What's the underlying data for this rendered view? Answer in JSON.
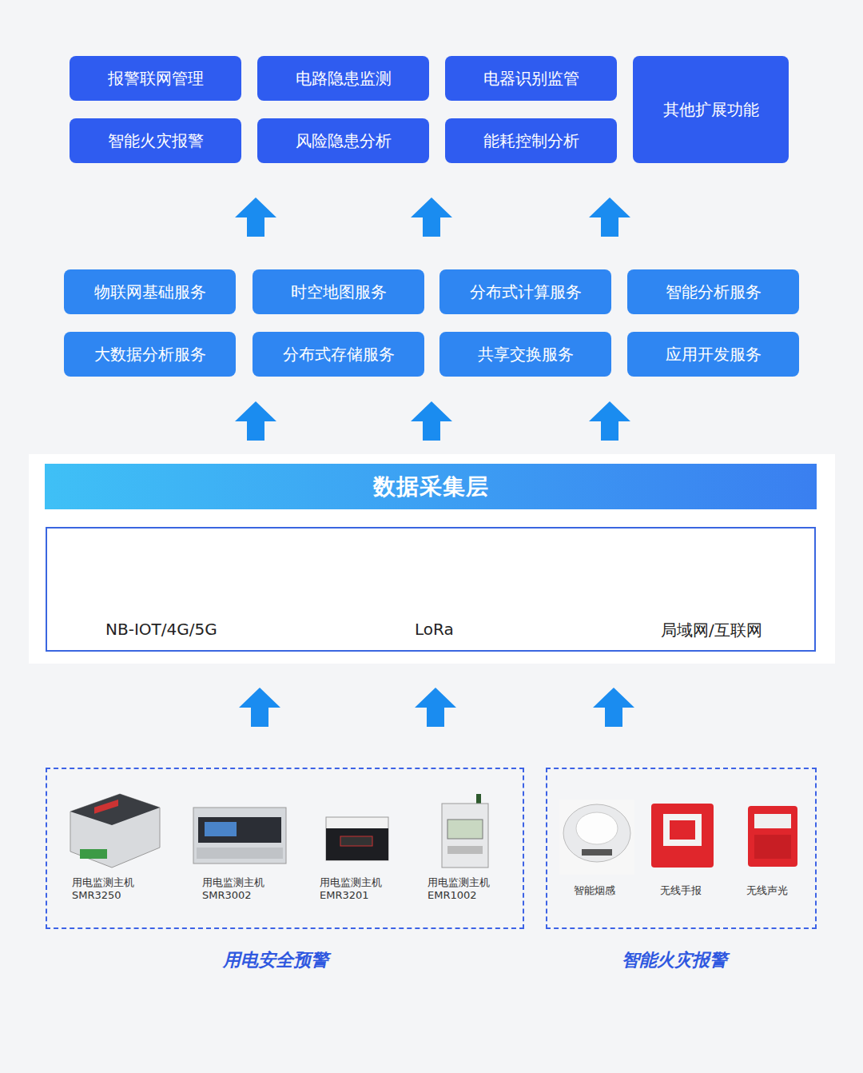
{
  "diagram": {
    "nodes": [
      {
        "text": [
          "报警联网管理"
        ]
      },
      {
        "text": [
          "电路隐患监测"
        ]
      },
      {
        "text": [
          "电器识别监管"
        ]
      },
      {
        "text": [
          "其他扩展功能"
        ]
      },
      {
        "text": [
          "智能火灾报警"
        ]
      },
      {
        "text": [
          "风险隐患分析"
        ]
      },
      {
        "text": [
          "能耗控制分析"
        ]
      },
      {
        "text": [
          "物联网基础服务"
        ]
      },
      {
        "text": [
          "时空地图服务"
        ]
      },
      {
        "text": [
          "分布式计算服务"
        ]
      },
      {
        "text": [
          "智能分析服务"
        ]
      },
      {
        "text": [
          "大数据分析服务"
        ]
      },
      {
        "text": [
          "分布式存储服务"
        ]
      },
      {
        "text": [
          "共享交换服务"
        ]
      },
      {
        "text": [
          "应用开发服务"
        ]
      },
      {
        "text": [
          "数据采集层"
        ]
      },
      {
        "text": [
          "NB-IOT/4G/5G",
          "LoRa",
          "局域网/互联网"
        ]
      },
      {
        "text": [
          "用电安全预警"
        ]
      },
      {
        "text": [
          "智能火灾报警"
        ]
      }
    ],
    "labels": [
      "用电监测主机 SMR3250",
      "用电监测主机 SMR3002",
      "用电监测主机 EMR3201",
      "用电监测主机 EMR1002",
      "智能烟感",
      "无线手报",
      "无线声光"
    ]
  }
}
